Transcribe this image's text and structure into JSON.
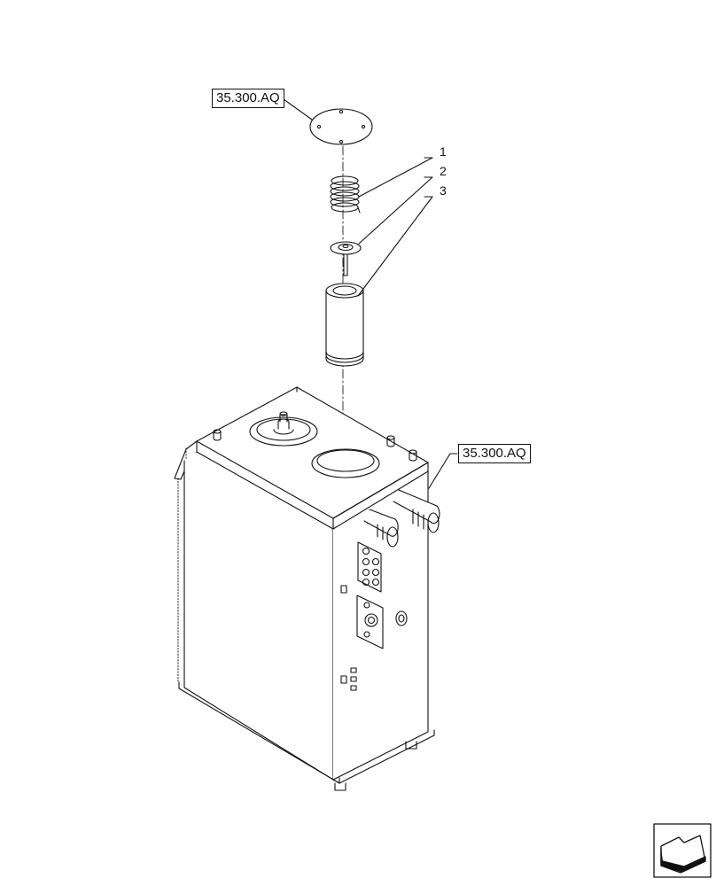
{
  "diagram": {
    "references": [
      {
        "id": "ref-top",
        "label": "35.300.AQ"
      },
      {
        "id": "ref-tank",
        "label": "35.300.AQ"
      }
    ],
    "callouts": [
      {
        "id": "1",
        "label": "1"
      },
      {
        "id": "2",
        "label": "2"
      },
      {
        "id": "3",
        "label": "3"
      }
    ],
    "navigation": {
      "icon": "arrow-icon"
    },
    "colors": {
      "line": "#111111",
      "background": "#ffffff",
      "dash": "#222222"
    }
  }
}
